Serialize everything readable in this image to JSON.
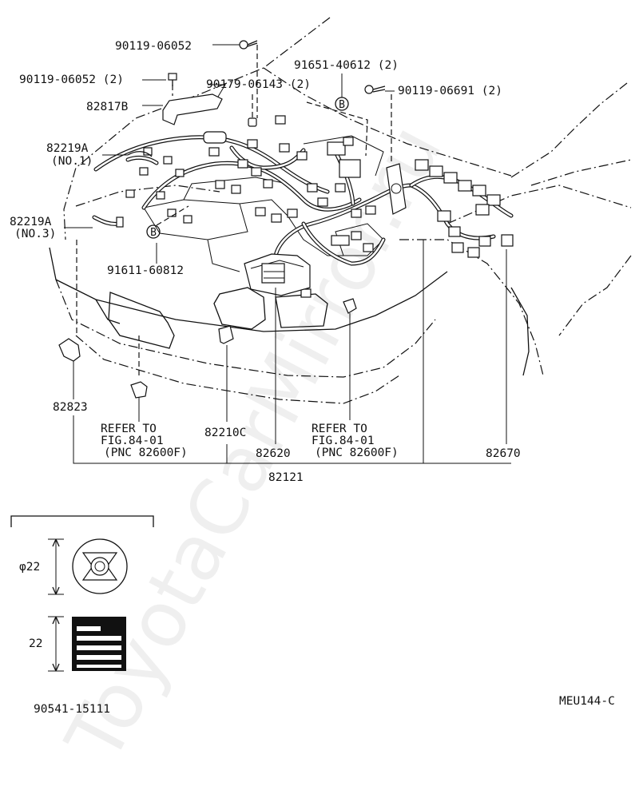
{
  "watermark": "ToyotaCarMirror.ru",
  "diagram_code": "MEU144-C",
  "callouts": {
    "bolt_top": "90119-06052",
    "bolt_left": "90119-06052 (2)",
    "bracket": "82817B",
    "clamp_90179": "90179-06143 (2)",
    "clip_91651": "91651-40612 (2)",
    "bolt_right": "90119-06691 (2)",
    "relay_no1": "82219A",
    "relay_no1_sub": "(NO.1)",
    "relay_no3": "82219A",
    "relay_no3_sub": "(NO.3)",
    "clip_91611": "91611-60812",
    "marker_b": "B",
    "grommet": "82823",
    "refer_left_1": "REFER TO",
    "refer_left_2": "FIG.84-01",
    "refer_left_3": "(PNC 82600F)",
    "connector_82210c": "82210C",
    "block_82620": "82620",
    "refer_right_1": "REFER TO",
    "refer_right_2": "FIG.84-01",
    "refer_right_3": "(PNC 82600F)",
    "harness_82670": "82670",
    "main_82121": "82121"
  },
  "detail": {
    "diameter_label": "φ22",
    "height_label": "22",
    "part_number": "90541-15111"
  }
}
